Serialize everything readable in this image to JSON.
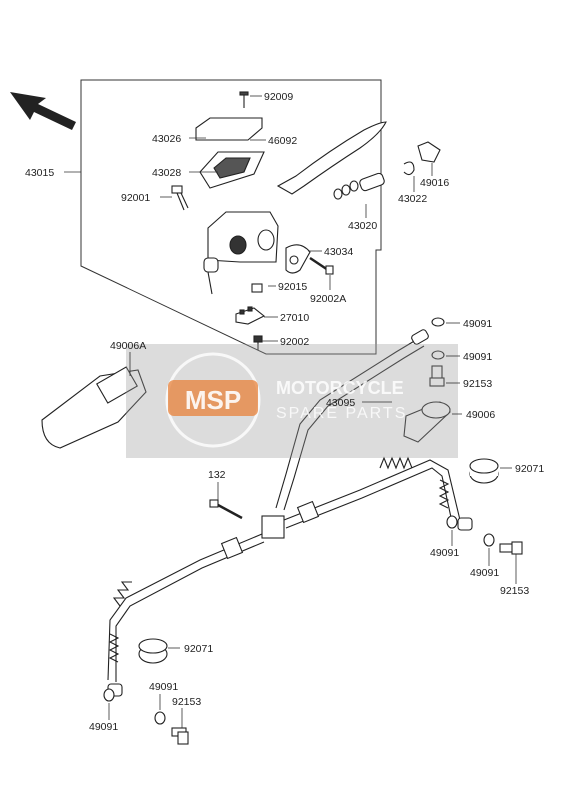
{
  "watermark": {
    "logo_text": "MSP",
    "line1": "MOTORCYCLE",
    "line2": "SPARE PARTS"
  },
  "labels": {
    "l92009": "92009",
    "l43026": "43026",
    "l46092": "46092",
    "l43028": "43028",
    "l43015": "43015",
    "l92001": "92001",
    "l49016": "49016",
    "l43022": "43022",
    "l43020": "43020",
    "l43034": "43034",
    "l92015": "92015",
    "l92002A": "92002A",
    "l27010": "27010",
    "l92002": "92002",
    "l49091_a": "49091",
    "l49006A": "49006A",
    "l49091_b": "49091",
    "l92153_a": "92153",
    "l43095": "43095",
    "l49006": "49006",
    "l132": "132",
    "l92071_a": "92071",
    "l49091_c": "49091",
    "l49091_d": "49091",
    "l92153_b": "92153",
    "l92071_b": "92071",
    "l49091_e": "49091",
    "l92153_c": "92153",
    "l49091_f": "49091"
  },
  "colors": {
    "watermark_bg": "#9a9a9a",
    "watermark_accent": "#e8823a",
    "line": "#222222"
  },
  "icons": {
    "direction_arrow": "front-direction-arrow-icon"
  }
}
